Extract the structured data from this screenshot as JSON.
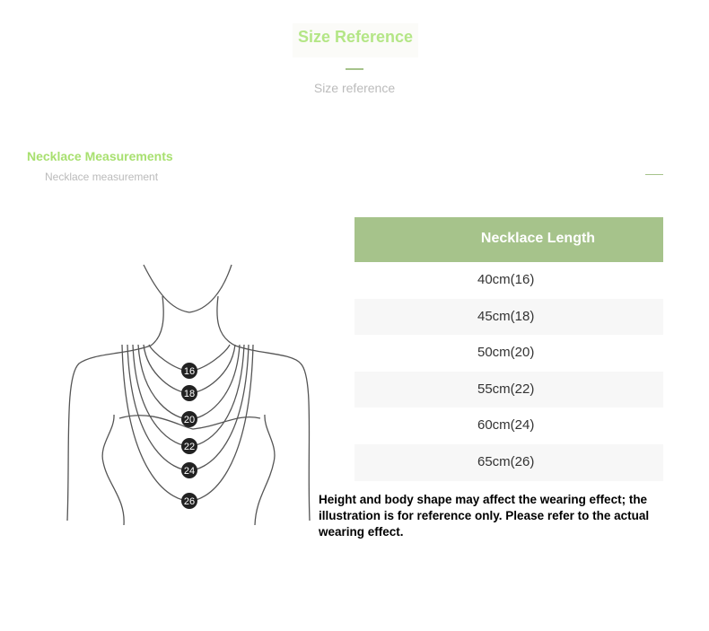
{
  "header": {
    "title": "Size Reference",
    "subtitle": "Size reference"
  },
  "section": {
    "title": "Necklace Measurements",
    "subtitle": "Necklace measurement"
  },
  "table": {
    "header": "Necklace Length",
    "rows": [
      "40cm(16)",
      "45cm(18)",
      "50cm(20)",
      "55cm(22)",
      "60cm(24)",
      "65cm(26)"
    ]
  },
  "illustration": {
    "markers": [
      "16",
      "18",
      "20",
      "22",
      "24",
      "26"
    ]
  },
  "note": "Height and body shape may affect the wearing effect; the illustration is for reference only. Please refer to the actual wearing effect.",
  "colors": {
    "accent": "#a6c38b",
    "title": "#b4e686"
  }
}
